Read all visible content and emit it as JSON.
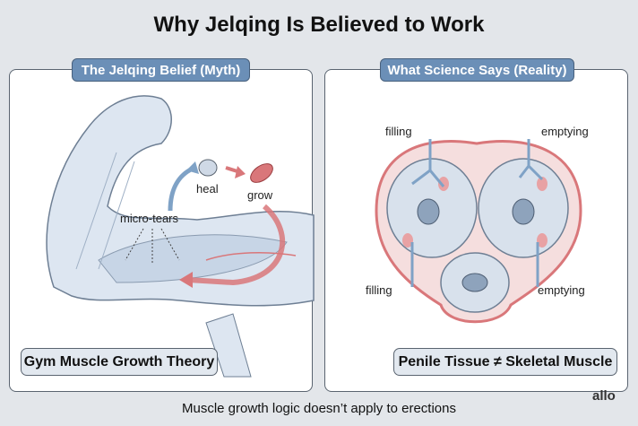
{
  "title": "Why Jelqing Is Believed to Work",
  "left_panel": {
    "header": "The Jelqing Belief (Myth)",
    "annotations": {
      "micro_tears": "micro-tears",
      "heal": "heal",
      "grow": "grow"
    },
    "footer_label": "Gym Muscle Growth Theory"
  },
  "right_panel": {
    "header": "What Science Says (Reality)",
    "annotations": {
      "filling_top": "filling",
      "emptying_top": "emptying",
      "filling_bottom": "filling",
      "emptying_bottom": "emptying"
    },
    "footer_label": "Penile Tissue ≠ Skeletal Muscle"
  },
  "caption": "Muscle growth logic doesn’t apply to erections",
  "logo": "allo",
  "colors": {
    "header_blue": "#6b8fb7",
    "arrow_blue": "#7fa2c6",
    "tissue_red": "#d9777a",
    "background": "#e3e6ea"
  }
}
